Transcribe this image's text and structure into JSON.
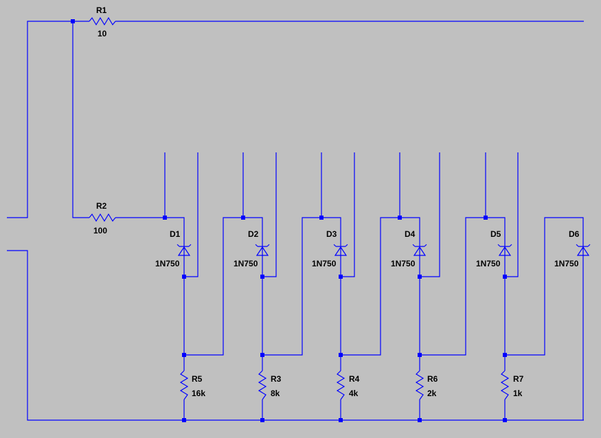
{
  "colors": {
    "background": "#c0c0c0",
    "wire": "#0000ff",
    "text": "#000000"
  },
  "resistors": [
    {
      "ref": "R1",
      "value": "10"
    },
    {
      "ref": "R2",
      "value": "100"
    },
    {
      "ref": "R5",
      "value": "16k"
    },
    {
      "ref": "R3",
      "value": "8k"
    },
    {
      "ref": "R4",
      "value": "4k"
    },
    {
      "ref": "R6",
      "value": "2k"
    },
    {
      "ref": "R7",
      "value": "1k"
    }
  ],
  "diodes": [
    {
      "ref": "D1",
      "model": "1N750"
    },
    {
      "ref": "D2",
      "model": "1N750"
    },
    {
      "ref": "D3",
      "model": "1N750"
    },
    {
      "ref": "D4",
      "model": "1N750"
    },
    {
      "ref": "D5",
      "model": "1N750"
    },
    {
      "ref": "D6",
      "model": "1N750"
    }
  ]
}
